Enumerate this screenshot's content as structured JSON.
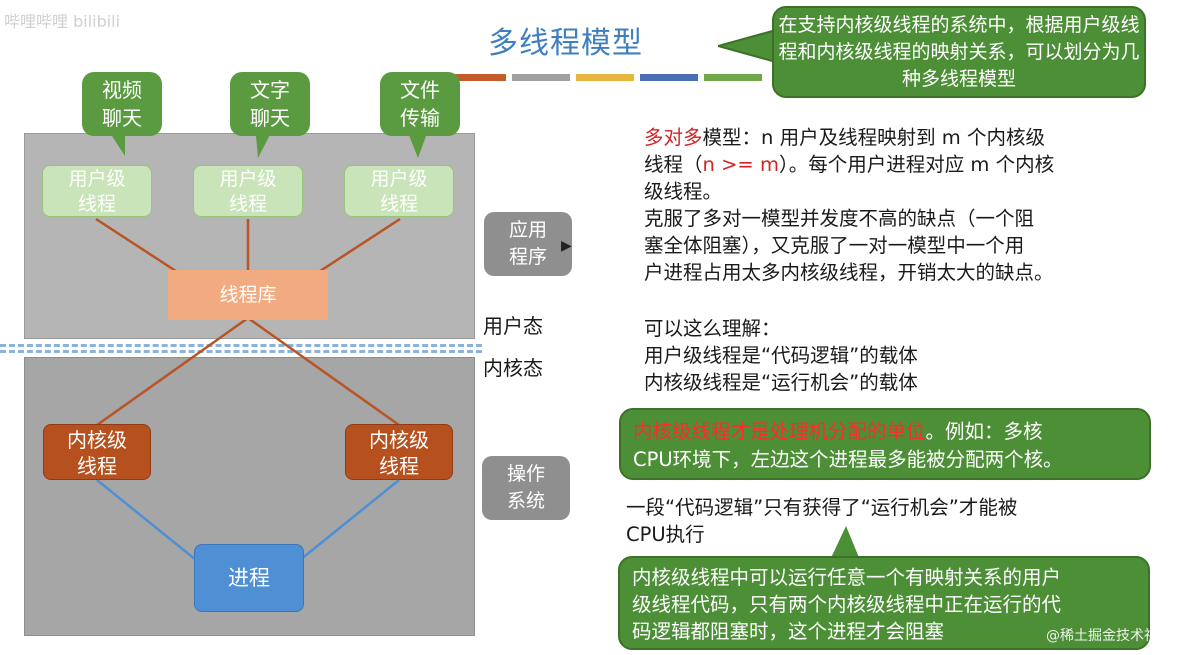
{
  "watermark": {
    "top_left": "哔哩哔哩 bilibili",
    "bottom_right": "@稀土掘金技术社区"
  },
  "title": "多线程模型",
  "stripe_colors": [
    "#c55a2b",
    "#a0a0a0",
    "#e6b63f",
    "#4a6fb5",
    "#6ea84a"
  ],
  "intro_callout": "在支持内核级线程的系统中，根据用户级线程和内核级线程的映射关系，可以划分为几种多线程模型",
  "diagram": {
    "apps": [
      {
        "label": "视频\n聊天"
      },
      {
        "label": "文字\n聊天"
      },
      {
        "label": "文件\n传输"
      }
    ],
    "user_threads": [
      "用户级\n线程",
      "用户级\n线程",
      "用户级\n线程"
    ],
    "thread_lib": "线程库",
    "kernel_threads": [
      "内核级\n线程",
      "内核级\n线程"
    ],
    "process": "进程",
    "tag_app": "应用\n程序",
    "tag_os": "操作\n系统",
    "user_mode": "用户态",
    "kernel_mode": "内核态",
    "colors": {
      "user_link": "#b95424",
      "kernel_link": "#4f8fd4"
    }
  },
  "text": {
    "model_name": "多对多",
    "model_line1": "模型：n 用户及线程映射到 m 个内核级",
    "model_line2_a": "线程（",
    "model_cond": "n >= m",
    "model_line2_b": "）。每个用户进程对应 m 个内核",
    "model_line3": "级线程。",
    "overcome_1": "克服了多对一模型并发度不高的缺点（一个阻",
    "overcome_2": "塞全体阻塞），又克服了一对一模型中一个用",
    "overcome_3": "户进程占用太多内核级线程，开销太大的缺点。",
    "understand_1": "可以这么理解：",
    "understand_2": "用户级线程是“代码逻辑”的载体",
    "understand_3": "内核级线程是“运行机会”的载体",
    "mid_red": "内核级线程才是处理机分配的单位",
    "mid_rest": "。例如：多核",
    "mid_line2": "CPU环境下，左边这个进程最多能被分配两个核。",
    "seg_1": "一段“代码逻辑”只有获得了“运行机会”才能被",
    "seg_2": "CPU执行",
    "bot_1": "内核级线程中可以运行任意一个有映射关系的用户",
    "bot_2": "级线程代码，只有两个内核级线程中正在运行的代",
    "bot_3": "码逻辑都阻塞时，这个进程才会阻塞"
  }
}
